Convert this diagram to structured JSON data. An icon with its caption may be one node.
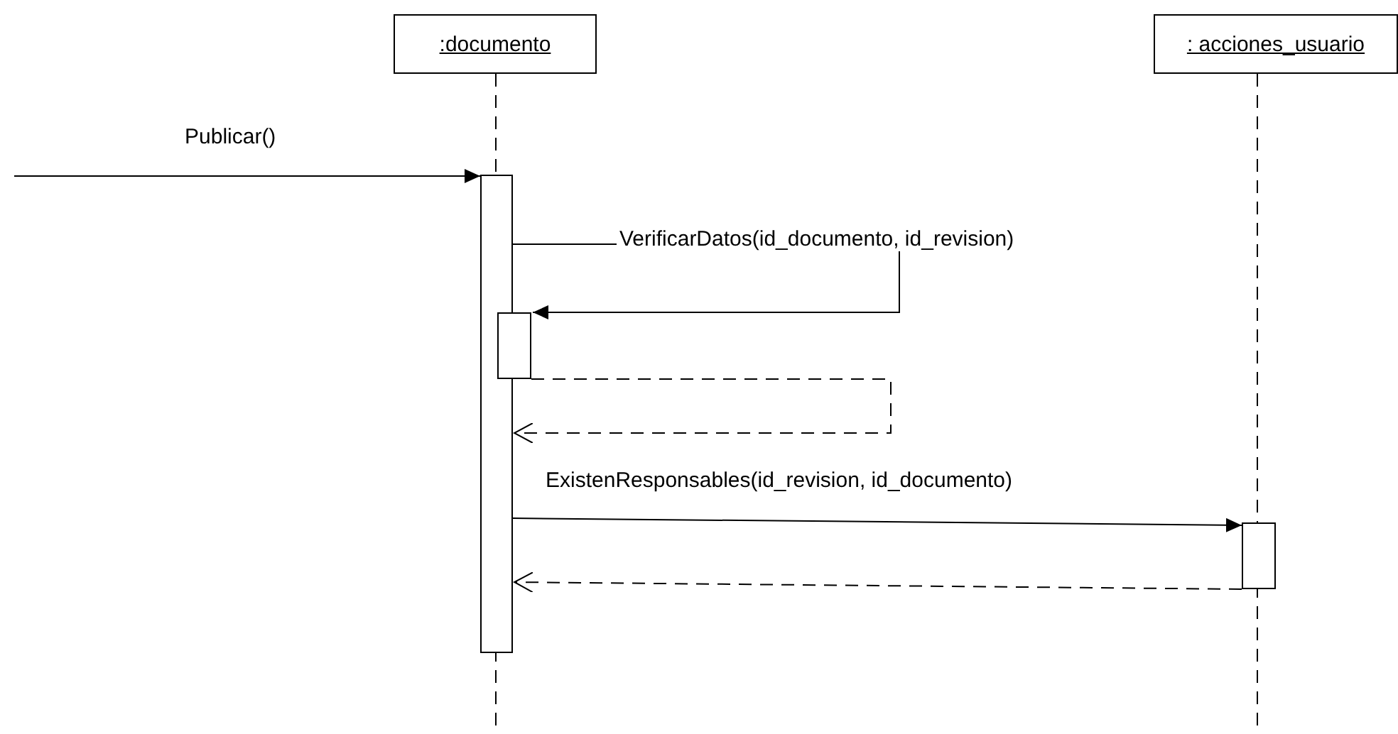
{
  "diagram": {
    "nodes": [
      {
        "text": [
          ":documento"
        ]
      },
      {
        "text": [
          ": acciones_usuario"
        ]
      },
      {
        "text": [],
        "shape": "bar"
      },
      {
        "text": [],
        "shape": "bar"
      },
      {
        "text": [],
        "shape": "bar"
      }
    ],
    "edges": [
      {
        "from": null,
        "to": 2,
        "arrow": "to",
        "label": "Publicar()"
      },
      {
        "from": 2,
        "to": 3,
        "arrow": "to",
        "label": "VerificarDatos(id_documento, id_revision)"
      },
      {
        "from": 3,
        "to": 2,
        "arrow": "to",
        "style": "dashed"
      },
      {
        "from": 2,
        "to": 4,
        "arrow": "to",
        "label": "ExistenResponsables(id_revision, id_documento)"
      },
      {
        "from": 4,
        "to": 2,
        "arrow": "to",
        "style": "dashed"
      }
    ]
  }
}
